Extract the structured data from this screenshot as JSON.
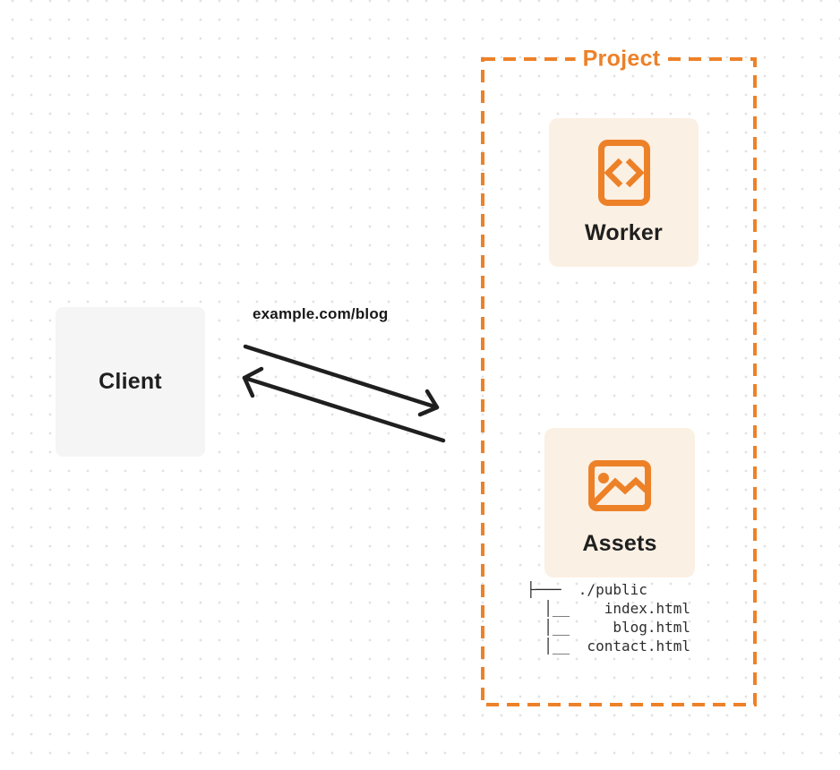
{
  "colors": {
    "orange": "#ED8128",
    "card_bg": "#FBF0E4",
    "client_bg": "#F5F5F6",
    "ink": "#1F1F1F"
  },
  "client": {
    "label": "Client"
  },
  "request": {
    "url": "example.com/blog"
  },
  "project": {
    "label": "Project",
    "worker": {
      "label": "Worker",
      "icon": "code-file-icon"
    },
    "assets": {
      "label": "Assets",
      "icon": "image-icon",
      "file_tree": [
        "├───  ./public",
        "  │__    index.html",
        "  │__     blog.html",
        "  │__  contact.html"
      ]
    }
  }
}
